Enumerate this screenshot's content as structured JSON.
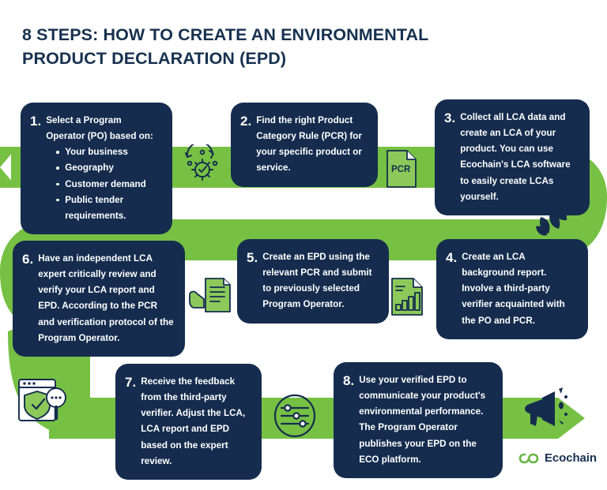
{
  "title": "8 Steps: How to create an Environmental Product Declaration (EPD)",
  "colors": {
    "navy": "#152c4e",
    "green": "#76c043",
    "dark_green": "#5aa832",
    "white": "#ffffff",
    "title_navy": "#17314f"
  },
  "steps": [
    {
      "number": "1.",
      "text": "Select a Program Operator (PO) based on:",
      "bullets": [
        "Your business",
        "Geography",
        "Customer demand",
        "Public tender requirements."
      ]
    },
    {
      "number": "2.",
      "text": "Find the right Product Category Rule (PCR) for your specific product or service.",
      "bullets": []
    },
    {
      "number": "3.",
      "text": "Collect all LCA data and create an LCA of your product. You can use Ecochain's LCA software to easily create LCAs yourself.",
      "bullets": []
    },
    {
      "number": "4.",
      "text": "Create an LCA background report. Involve a third-party verifier acquainted with the PO and PCR.",
      "bullets": []
    },
    {
      "number": "5.",
      "text": "Create an EPD using the relevant PCR and submit to previously selected Program Operator.",
      "bullets": []
    },
    {
      "number": "6.",
      "text": "Have an independent LCA expert critically review and verify your LCA report and EPD. According to the PCR and verification protocol of the Program Operator.",
      "bullets": []
    },
    {
      "number": "7.",
      "text": "Receive the feedback from the third-party verifier. Adjust the LCA, LCA report and EPD based on the expert review.",
      "bullets": []
    },
    {
      "number": "8.",
      "text": "Use your verified EPD to communicate your product's environmental performance. The Program Operator publishes your EPD on the ECO platform.",
      "bullets": []
    }
  ],
  "icons": [
    {
      "name": "gear-check-icon",
      "label": ""
    },
    {
      "name": "pcr-document-icon",
      "label": "PCR"
    },
    {
      "name": "hand-document-icon",
      "label": ""
    },
    {
      "name": "bar-chart-report-icon",
      "label": ""
    },
    {
      "name": "shield-verify-icon",
      "label": ""
    },
    {
      "name": "sliders-icon",
      "label": ""
    },
    {
      "name": "megaphone-icon",
      "label": ""
    },
    {
      "name": "leaves-icon",
      "label": ""
    }
  ],
  "logo": {
    "name": "ecochain-logo",
    "text": "Ecochain"
  }
}
